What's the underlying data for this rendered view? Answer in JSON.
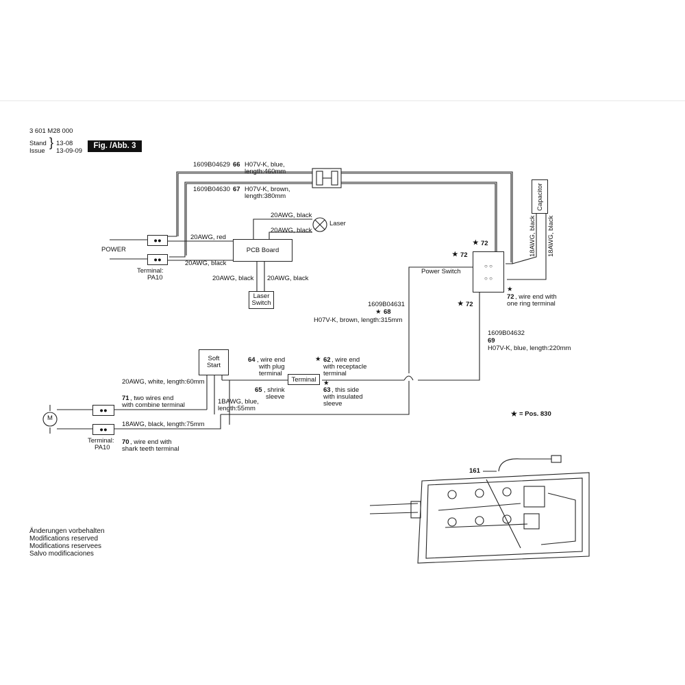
{
  "header": {
    "part_number": "3 601 M28 000",
    "stand_label": "Stand",
    "issue_label": "Issue",
    "stand_value": "13-08",
    "issue_value": "13-09-09",
    "fig_label": "Fig. /Abb. 3"
  },
  "wires": {
    "w66_code": "1609B04629",
    "w66_pos": "66",
    "w66_desc": "H07V-K, blue,",
    "w66_len": "length:460mm",
    "w67_code": "1609B04630",
    "w67_pos": "67",
    "w67_desc": "H07V-K, brown,",
    "w67_len": "length:380mm",
    "w68_code": "1609B04631",
    "w68_pos": "68",
    "w68_desc": "H07V-K, brown, length:315mm",
    "w69_code": "1609B04632",
    "w69_pos": "69",
    "w69_desc": "H07V-K, blue, length:220mm",
    "awg_red": "20AWG, red",
    "awg_black_left": "20AWG, black",
    "awg_black_laser1": "20AWG, black",
    "awg_black_laser2": "20AWG, black",
    "awg_black_sw1": "20AWG, black",
    "awg_black_sw2": "20AWG, black",
    "awg_white": "20AWG, white, length:60mm",
    "awg_blue": "1BAWG, blue,",
    "awg_blue_len": "length:55mm",
    "awg_18_black": "18AWG, black, length:75mm",
    "cap_wire1": "18AWG, black",
    "cap_wire2": "18AWG, black"
  },
  "components": {
    "power": "POWER",
    "terminal_top": "Terminal:",
    "terminal_top2": "PA10",
    "terminal_bottom": "Terminal:",
    "terminal_bottom2": "PA10",
    "pcb": "PCB Board",
    "laser": "Laser",
    "laser_switch1": "Laser",
    "laser_switch2": "Switch",
    "capacitor": "Capacitor",
    "power_switch": "Power Switch",
    "soft_start1": "Soft",
    "soft_start2": "Start",
    "terminal_mid": "Terminal",
    "motor": "M"
  },
  "notes": {
    "n72a": "72",
    "n72b": "72",
    "n72c": "72",
    "n72_num": "72",
    "n72_text1": ", wire end with",
    "n72_text2": "one ring terminal",
    "n64_num": "64",
    "n64_text1": ", wire end",
    "n64_text2": "with plug",
    "n64_text3": "terminal",
    "n62_num": "62",
    "n62_text1": ", wire end",
    "n62_text2": "with receptacle",
    "n62_text3": "terminal",
    "n65_num": "65",
    "n65_text1": ", shrink",
    "n65_text2": "sleeve",
    "n63_num": "63",
    "n63_text1": ", this side",
    "n63_text2": "with insulated",
    "n63_text3": "sleeve",
    "n71_num": "71",
    "n71_text1": ", two wires end",
    "n71_text2": "with combine terminal",
    "n70_num": "70",
    "n70_text1": ", wire end with",
    "n70_text2": "shark teeth terminal",
    "pos830": "= Pos. 830",
    "n161": "161"
  },
  "footer": [
    "Änderungen vorbehalten",
    "Modifications reserved",
    "Modifications reservees",
    "Salvo modificaciones"
  ]
}
